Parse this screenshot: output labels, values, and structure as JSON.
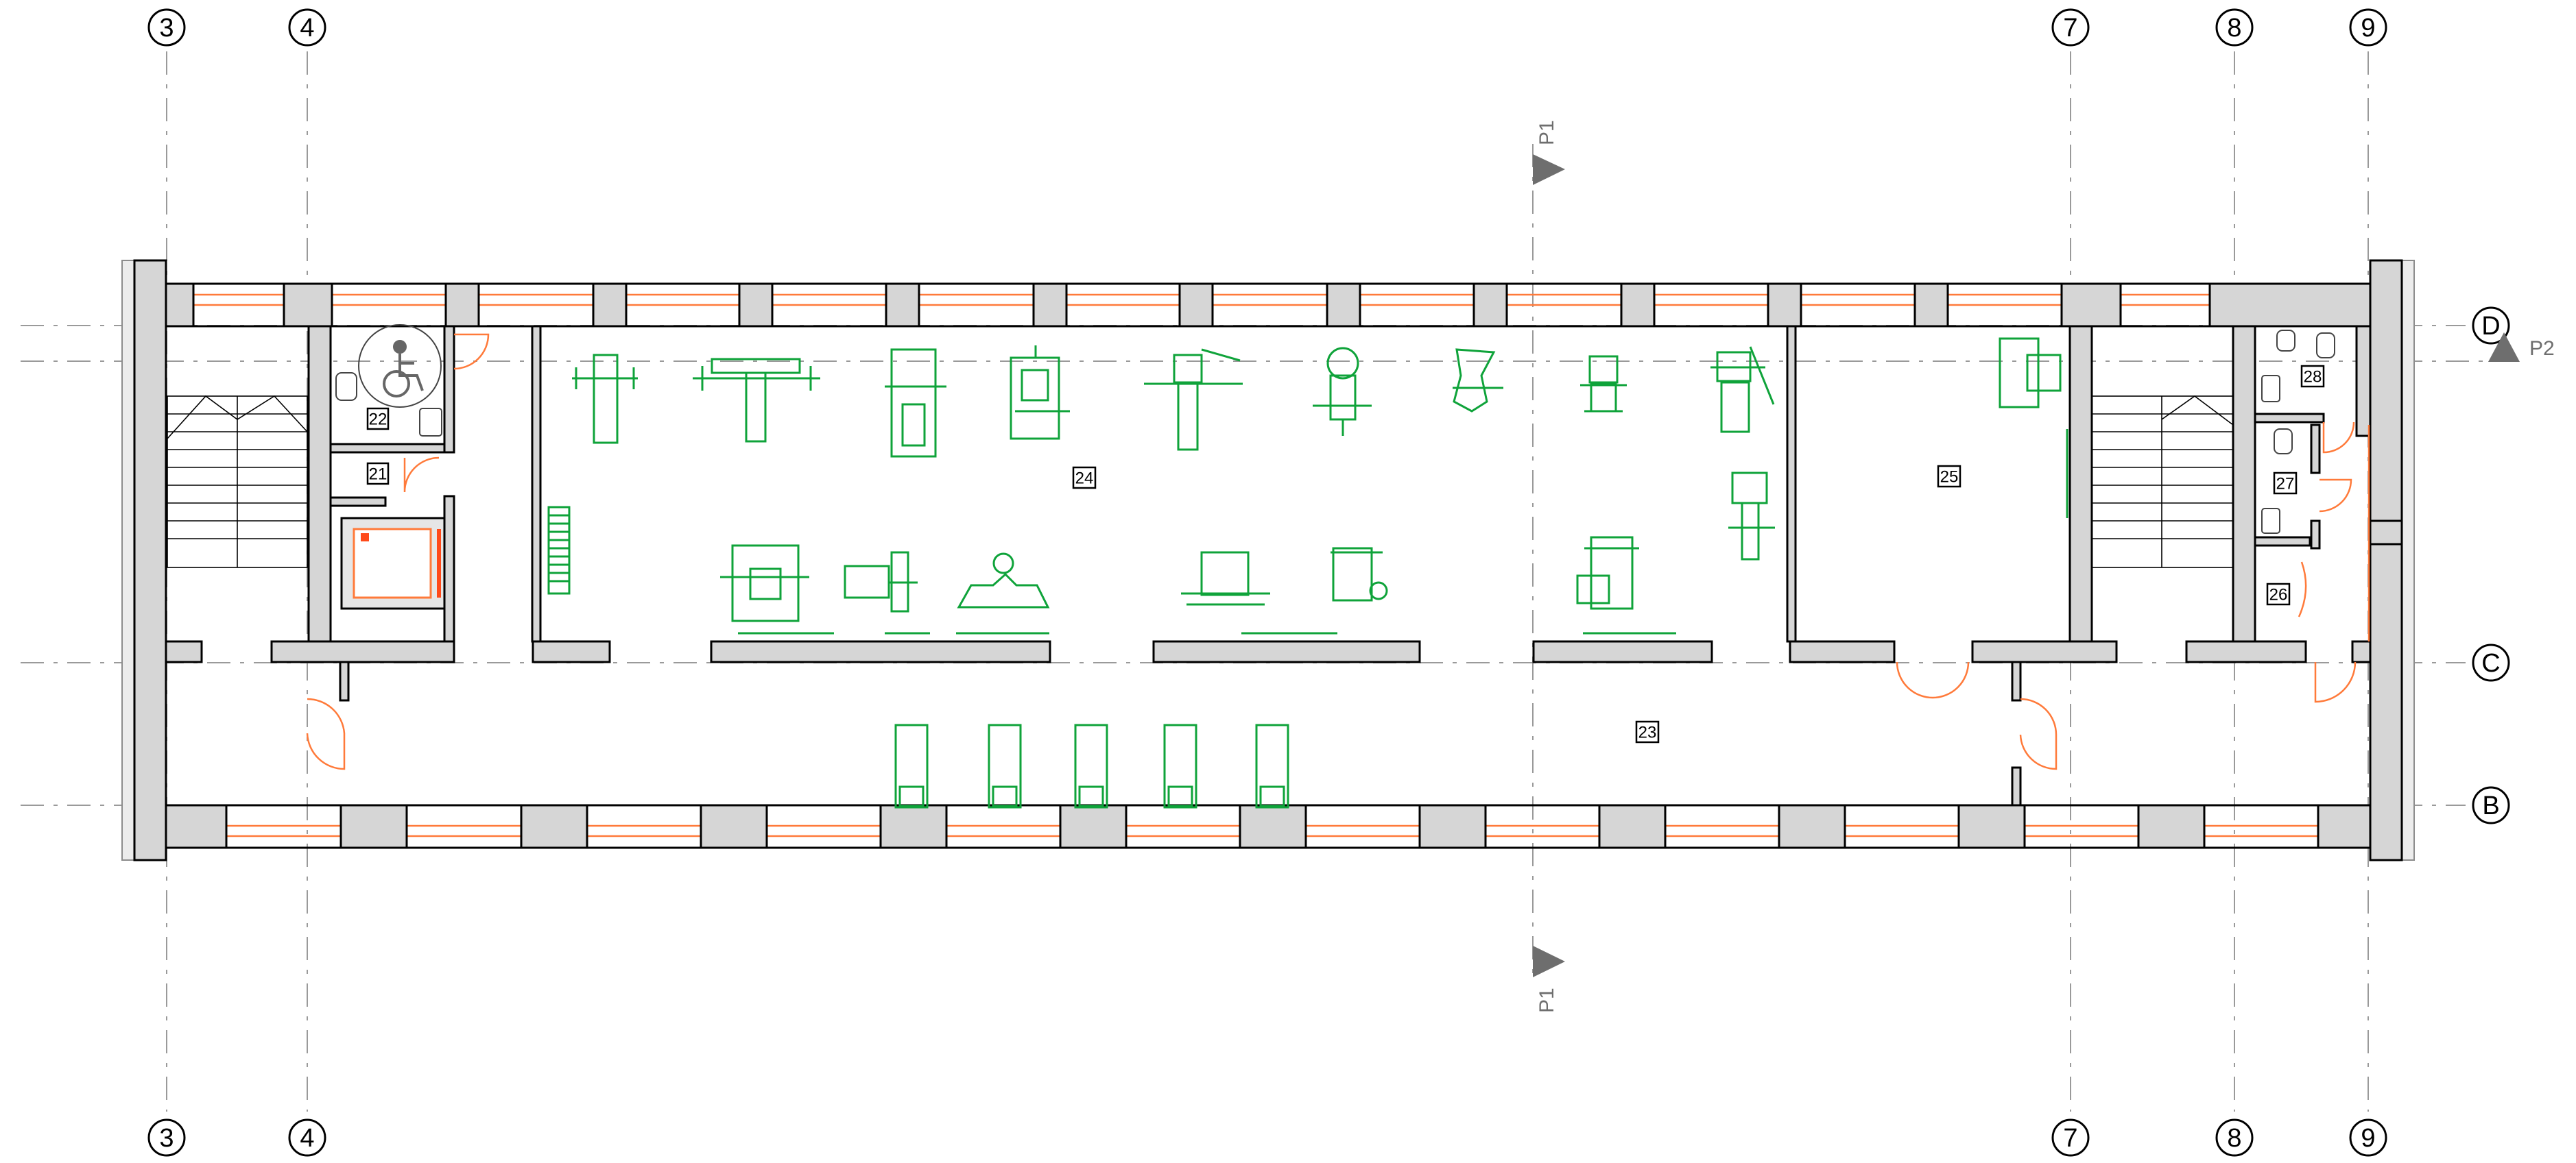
{
  "axes": {
    "columns": [
      "3",
      "4",
      "7",
      "8",
      "9"
    ],
    "rows": [
      "D",
      "C",
      "B"
    ]
  },
  "sections": {
    "p1_top": "P1",
    "p1_bottom": "P1",
    "p2": "P2"
  },
  "rooms": [
    "22",
    "21",
    "24",
    "25",
    "28",
    "27",
    "26",
    "23"
  ],
  "colors": {
    "equipment": "#0fa33a",
    "doors_and_windows": "#ff7a3a",
    "walls": "#d6d6d6",
    "axis_lines": "#9a9a9a"
  }
}
